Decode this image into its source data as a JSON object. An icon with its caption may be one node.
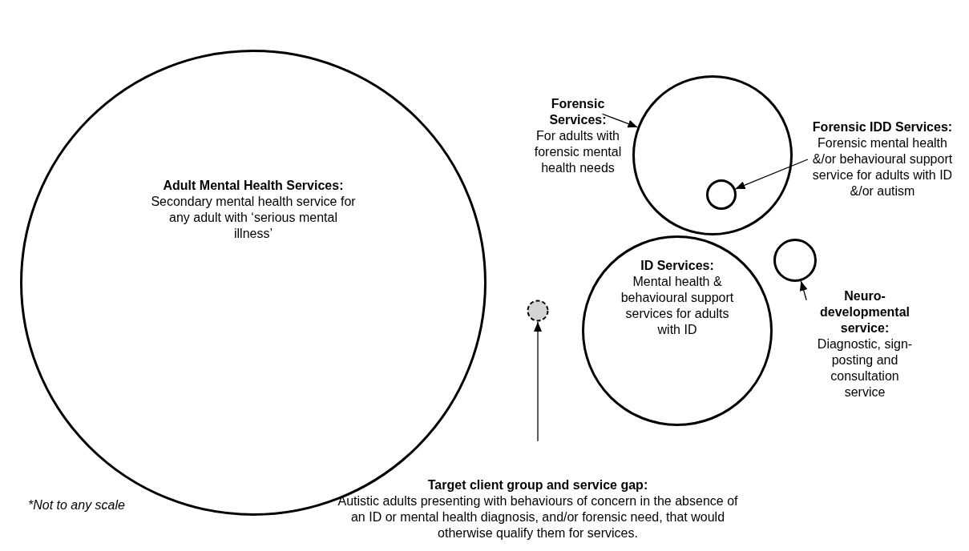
{
  "diagram": {
    "nodes": [
      {
        "text": [
          "Forensic Services:",
          "For adults with forensic mental health needs"
        ]
      },
      {
        "text": [],
        "shape": "circle"
      },
      {
        "text": [],
        "shape": "circle",
        "in": 1
      },
      {
        "text": [
          "Forensic IDD Services:",
          "Forensic mental health &/or behavioural support service for adults with ID &/or autism"
        ]
      },
      {
        "text": [
          "Adult Mental Health Services:",
          "Secondary mental health service for any adult with ‘serious mental illness’"
        ]
      },
      {
        "text": [],
        "shape": "circle"
      },
      {
        "text": [
          "ID Services:",
          "Mental health & behavioural support services for adults with ID"
        ]
      },
      {
        "text": [],
        "shape": "circle"
      },
      {
        "text": [
          "Neuro-developmental service:",
          "Diagnostic, sign-posting and consultation service"
        ]
      },
      {
        "text": [
          "Target client group and service gap:",
          "Autistic adults presenting with behaviours of concern in the absence of an ID or mental health diagnosis, and/or forensic need, that would otherwise qualify them for services."
        ]
      }
    ],
    "edges": [
      {
        "from": 0,
        "to": 1,
        "arrow": "to"
      },
      {
        "from": 3,
        "to": 2,
        "arrow": "to"
      },
      {
        "from": 8,
        "to": 5,
        "arrow": "to"
      },
      {
        "from": 9,
        "to": 7,
        "arrow": "to"
      }
    ],
    "labels": [
      "*Not to any scale"
    ]
  }
}
